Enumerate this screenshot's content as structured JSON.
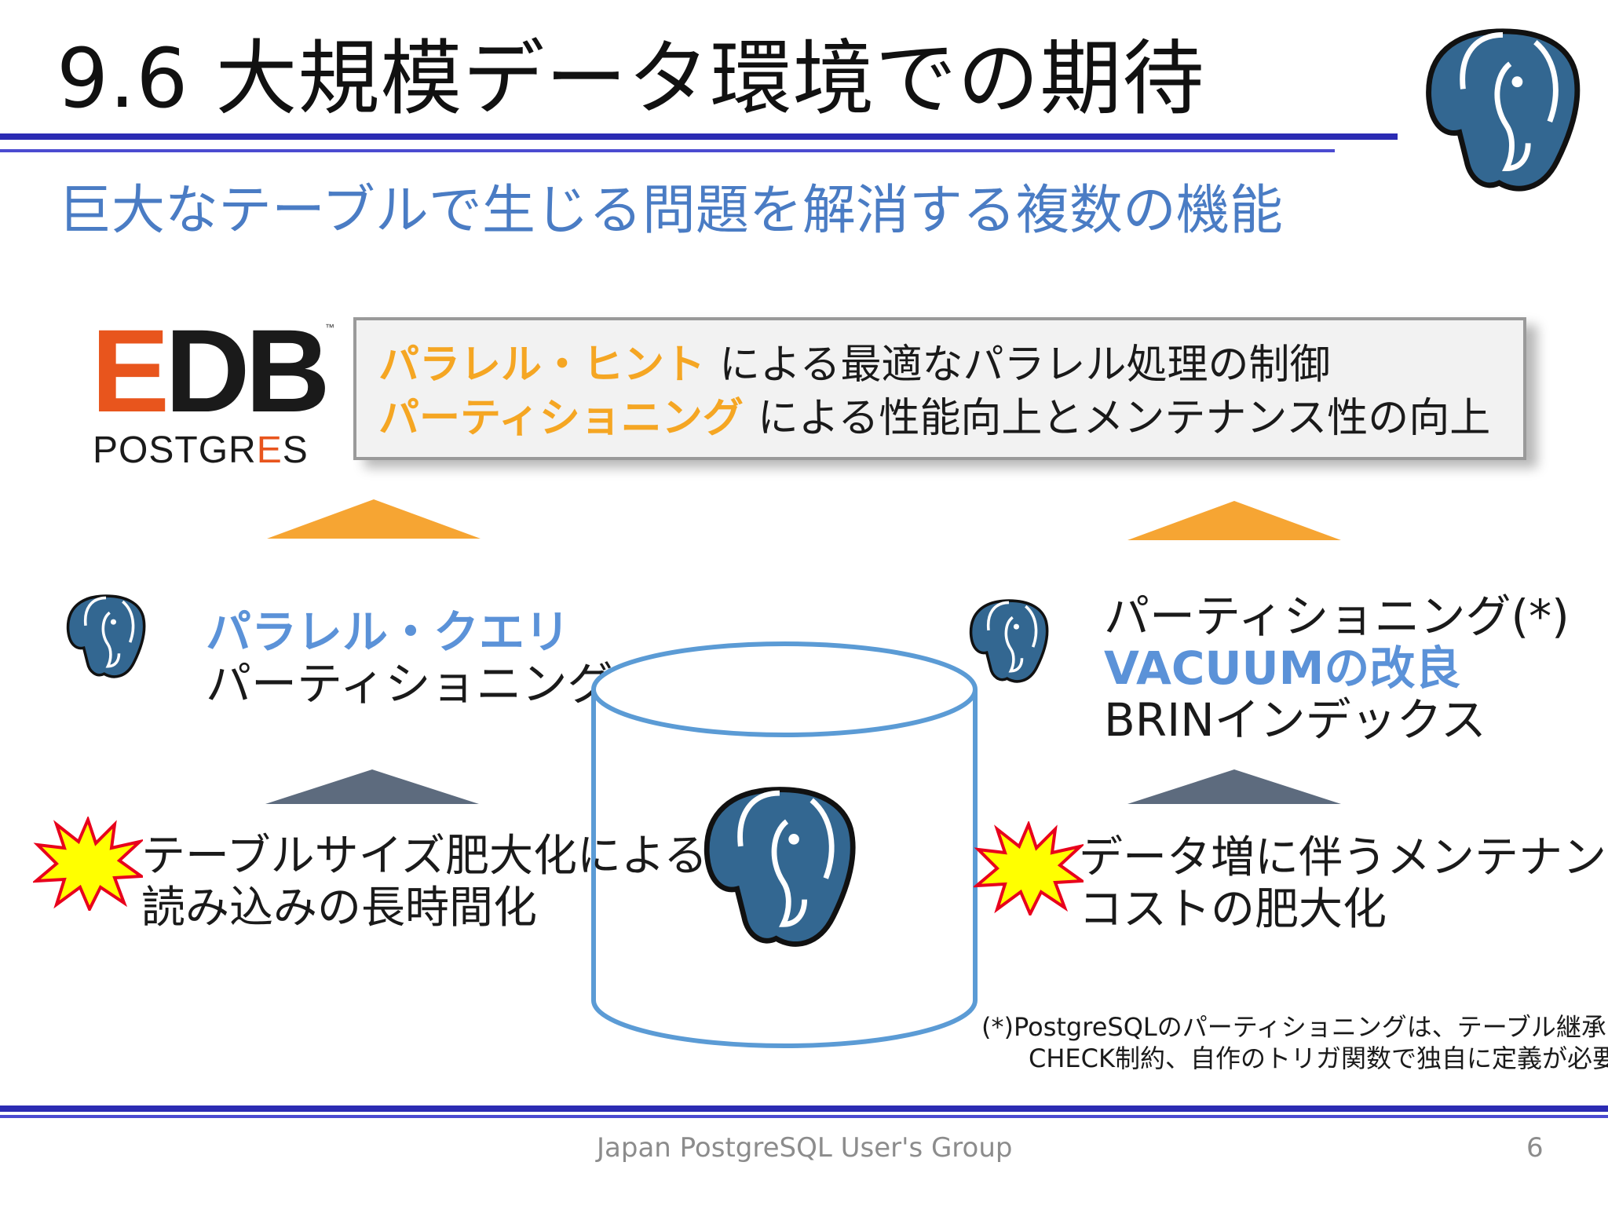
{
  "title": "9.6 大規模データ環境での期待",
  "subtitle": "巨大なテーブルで生じる問題を解消する複数の機能",
  "edb_logo": {
    "mark_e": "E",
    "mark_db": "DB",
    "tm": "™",
    "sub_pre": "POSTGR",
    "sub_accent": "E",
    "sub_post": "S"
  },
  "feature_box": {
    "line1_highlight": "パラレル・ヒント",
    "line1_text": "による最適なパラレル処理の制御",
    "line2_highlight": "パーティショニング",
    "line2_text": "による性能向上とメンテナンス性の向上"
  },
  "left_features": {
    "item1": "パラレル・クエリ",
    "item2": "パーティショニング(*)"
  },
  "right_features": {
    "item1": "パーティショニング(*)",
    "item2": "VACUUMの改良",
    "item3": "BRINインデックス"
  },
  "left_problem": {
    "line1": "テーブルサイズ肥大化による",
    "line2": "読み込みの長時間化"
  },
  "right_problem": {
    "line1": "データ増に伴うメンテナンス",
    "line2": "コストの肥大化"
  },
  "footnote": {
    "line1": "(*)PostgreSQLのパーティショニングは、テーブル継承と",
    "line2": "CHECK制約、自作のトリガ関数で独自に定義が必要"
  },
  "footer": {
    "text": "Japan PostgreSQL User's Group",
    "page": "6"
  },
  "colors": {
    "title_rule": "#2b2bb3",
    "subtitle": "#4a7cc4",
    "orange": "#f6a533",
    "slate": "#5d6b7e",
    "highlight_blue": "#5b92d8",
    "elephant_blue": "#336791",
    "burst_yellow": "#ffff00",
    "burst_red": "#e8001c"
  },
  "icons": {
    "logo": "postgresql-elephant-icon",
    "burst": "explosion-burst-icon",
    "database": "database-cylinder-icon"
  }
}
